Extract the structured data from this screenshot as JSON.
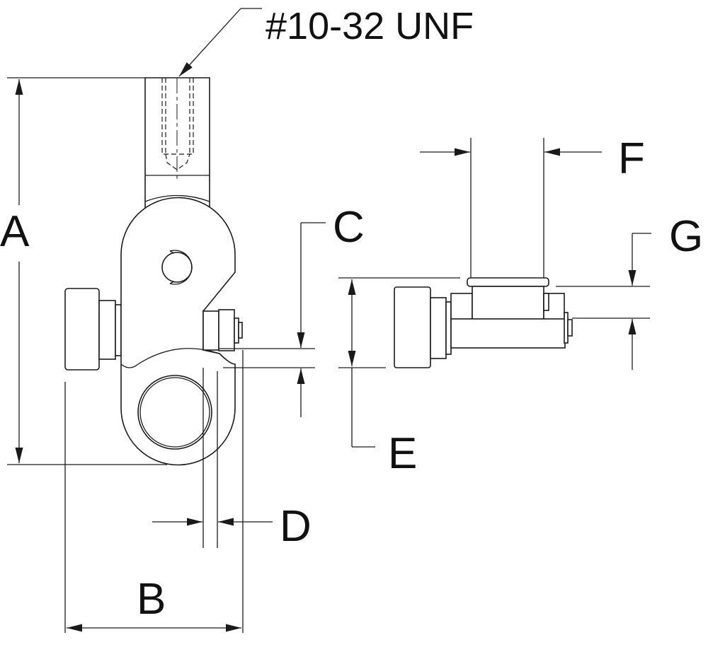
{
  "thread_note": "#10-32 UNF",
  "dimensions": {
    "a": "A",
    "b": "B",
    "c": "C",
    "d": "D",
    "e": "E",
    "f": "F",
    "g": "G"
  },
  "colors": {
    "line": "#1a1a1a",
    "background": "#ffffff"
  }
}
